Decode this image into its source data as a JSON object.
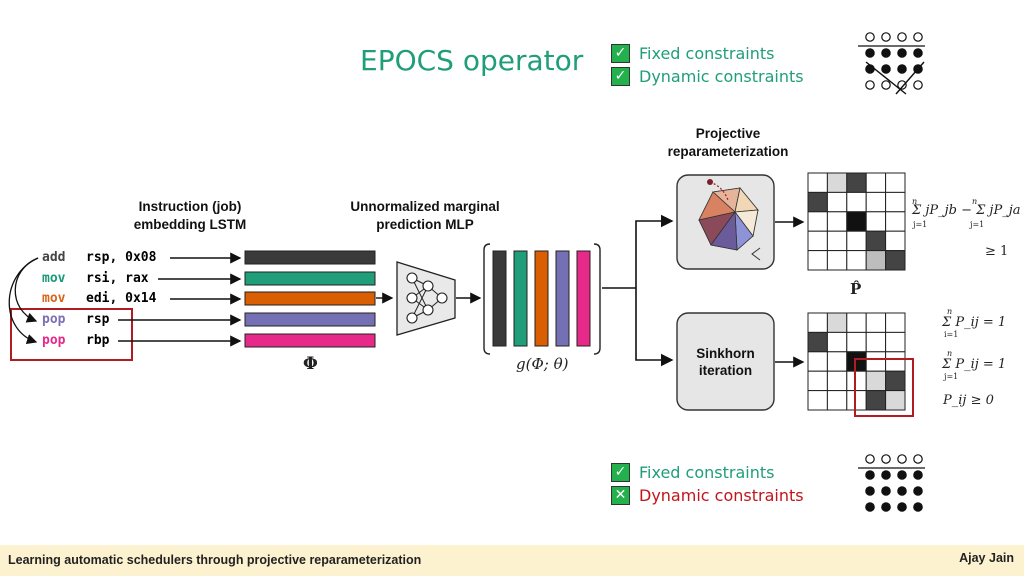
{
  "slide": {
    "title": "EPOCS operator",
    "legend_top": [
      {
        "text": "Fixed constraints",
        "state": "check"
      },
      {
        "text": "Dynamic constraints",
        "state": "check"
      }
    ],
    "legend_bottom": [
      {
        "text": "Fixed constraints",
        "state": "check"
      },
      {
        "text": "Dynamic constraints",
        "state": "cross"
      }
    ],
    "headers": {
      "lstm": [
        "Instruction (job)",
        "embedding LSTM"
      ],
      "mlp": [
        "Unnormalized marginal",
        "prediction MLP"
      ],
      "projective": [
        "Projective",
        "reparameterization"
      ]
    },
    "instructions": [
      {
        "op": "add",
        "args": "rsp, 0x08",
        "op_color": "#444444",
        "bar_color": "#3a3a3a"
      },
      {
        "op": "mov",
        "args": "rsi, rax",
        "op_color": "#1a9a7a",
        "bar_color": "#1f9e79"
      },
      {
        "op": "mov",
        "args": "edi, 0x14",
        "op_color": "#d9661a",
        "bar_color": "#d95f02"
      },
      {
        "op": "pop",
        "args": "rsp",
        "op_color": "#7b6fb5",
        "bar_color": "#7570b3"
      },
      {
        "op": "pop",
        "args": "rbp",
        "op_color": "#e7298a",
        "bar_color": "#e7298a"
      }
    ],
    "labels": {
      "phi": "Φ",
      "g_phi": "g(Φ; θ)",
      "p_hat": "P̂",
      "sinkhorn": [
        "Sinkhorn",
        "iteration"
      ]
    },
    "equations": {
      "projective_1": "Σ jP_jb − Σ jP_ja",
      "projective_2": "≥ 1",
      "sinkhorn_1": "Σ P_ij = 1",
      "sinkhorn_2": "Σ P_ij = 1",
      "sinkhorn_3": "P_ij ≥ 0",
      "sum_top": "n",
      "sum_bot_j": "j=1",
      "sum_bot_i": "i=1"
    },
    "footer": {
      "left": "Learning automatic schedulers through projective reparameterization",
      "right": "Ajay Jain"
    },
    "colors": {
      "accent": "#1f9e79",
      "red": "#c0151b",
      "check": "#22b14c"
    }
  }
}
